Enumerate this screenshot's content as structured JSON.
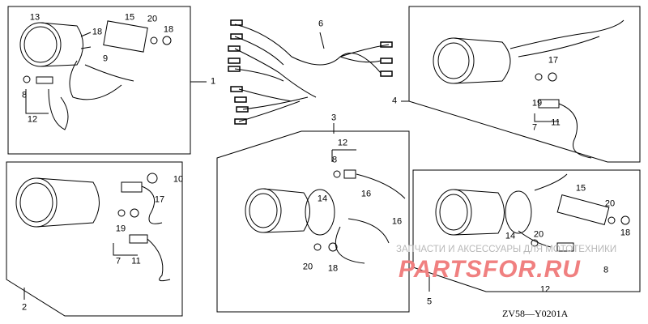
{
  "labels": {
    "p1": [
      "13",
      "15",
      "20",
      "18",
      "18",
      "9",
      "1",
      "8",
      "12"
    ],
    "p6": [
      "6"
    ],
    "p4": [
      "4",
      "17",
      "19",
      "7",
      "11"
    ],
    "p2": [
      "10",
      "17",
      "19",
      "7",
      "11",
      "2"
    ],
    "p3": [
      "3",
      "12",
      "8",
      "14",
      "16",
      "16",
      "20",
      "18"
    ],
    "p5": [
      "15",
      "20",
      "18",
      "20",
      "14",
      "8",
      "12",
      "5"
    ]
  },
  "diagram_code": "ZV58—Y0201A",
  "watermark": {
    "line1": "ЗАПЧАСТИ И АКСЕССУАРЫ ДЛЯ МОТОТЕХНИКИ",
    "line2": "PARTSFOR.RU"
  }
}
